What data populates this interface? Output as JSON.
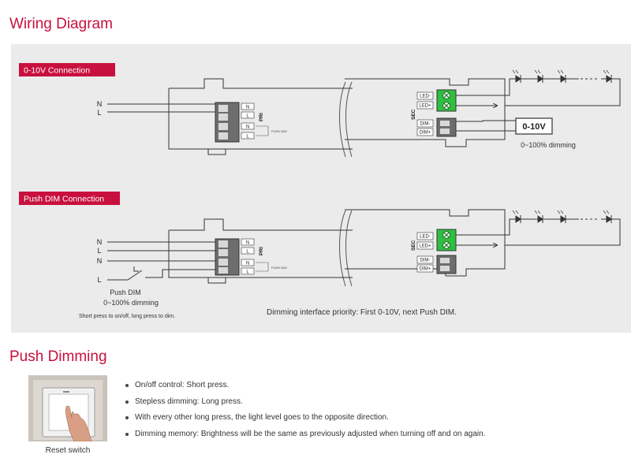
{
  "colors": {
    "accent": "#c8103e",
    "panel": "#ebebeb",
    "terminal_green": "#2fbf3f",
    "line": "#333333"
  },
  "wiring": {
    "title": "Wiring Diagram",
    "sec1": {
      "label": "0-10V Connection",
      "inputs": [
        "N",
        "L"
      ],
      "pri_label": "PRI",
      "pri_terminals": [
        "N",
        "L",
        "N",
        "L"
      ],
      "push_note": "PUSH DIM",
      "sec_label": "SEC",
      "sec_terminals": [
        "LED-",
        "LED+",
        "DIM-",
        "DIM+"
      ],
      "dim_box": "0-10V",
      "dim_caption": "0~100% dimming"
    },
    "sec2": {
      "label": "Push DIM Connection",
      "inputs": [
        "N",
        "L",
        "N",
        "L"
      ],
      "pri_label": "PRI",
      "pri_terminals": [
        "N",
        "L",
        "N",
        "L"
      ],
      "push_note": "PUSH DIM",
      "sec_label": "SEC",
      "sec_terminals": [
        "LED-",
        "LED+",
        "DIM-",
        "DIM+"
      ],
      "push_caption": "Push DIM",
      "push_dim_caption": "0~100% dimming",
      "push_note_long": "Short press to on/off, long press to dim.",
      "priority": "Dimming interface priority: First 0-10V, next Push DIM."
    }
  },
  "push": {
    "title": "Push Dimming",
    "photo_caption": "Reset switch",
    "items": [
      "On/off control: Short press.",
      "Stepless dimming: Long press.",
      "With every other long press, the light level goes to the opposite direction.",
      "Dimming memory: Brightness will be the same as previously adjusted when turning off and on again."
    ]
  }
}
